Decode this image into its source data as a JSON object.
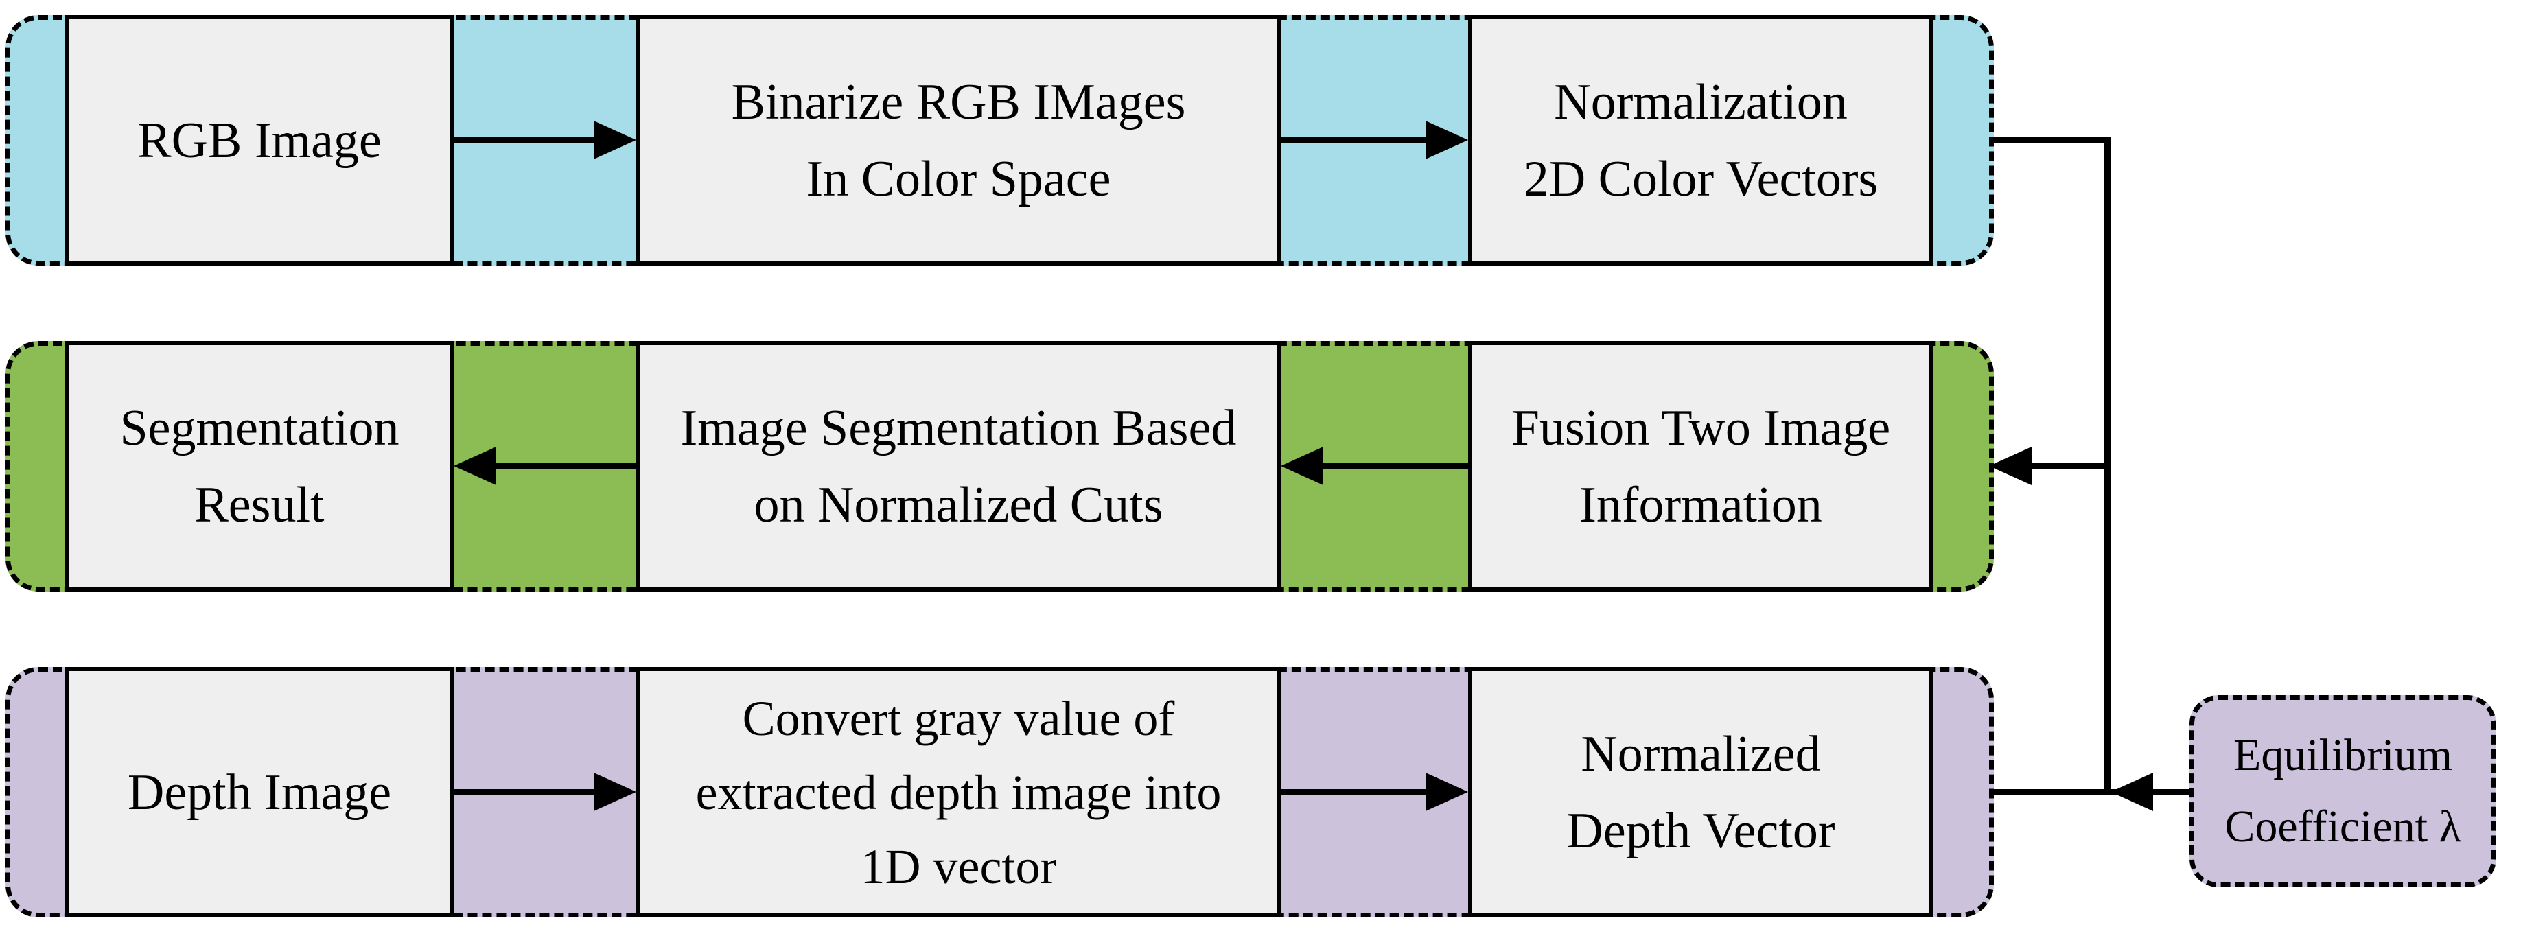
{
  "diagram": {
    "title": "RGB-D image segmentation flow diagram",
    "background_color": "#ffffff",
    "line_color": "#000000",
    "box_fill_color": "#efefef",
    "rows": [
      {
        "name": "rgb-row",
        "color": "#a7dde9",
        "arrow_direction": "right",
        "boxes": [
          {
            "label": "RGB Image"
          },
          {
            "label": "Binarize RGB IMages\nIn Color Space"
          },
          {
            "label": "Normalization\n2D Color Vectors"
          }
        ]
      },
      {
        "name": "segmentation-row",
        "color": "#8cbd55",
        "arrow_direction": "left",
        "boxes": [
          {
            "label": "Segmentation\nResult"
          },
          {
            "label": "Image Segmentation Based\non Normalized Cuts"
          },
          {
            "label": "Fusion Two Image\nInformation"
          }
        ]
      },
      {
        "name": "depth-row",
        "color": "#ccc2dc",
        "arrow_direction": "right",
        "boxes": [
          {
            "label": "Depth Image"
          },
          {
            "label": "Convert gray value of\nextracted depth image into\n1D vector"
          },
          {
            "label": "Normalized\nDepth Vector"
          }
        ]
      }
    ],
    "side_box": {
      "label": "Equilibrium\nCoefficient λ",
      "color": "#ccc2dc"
    }
  }
}
